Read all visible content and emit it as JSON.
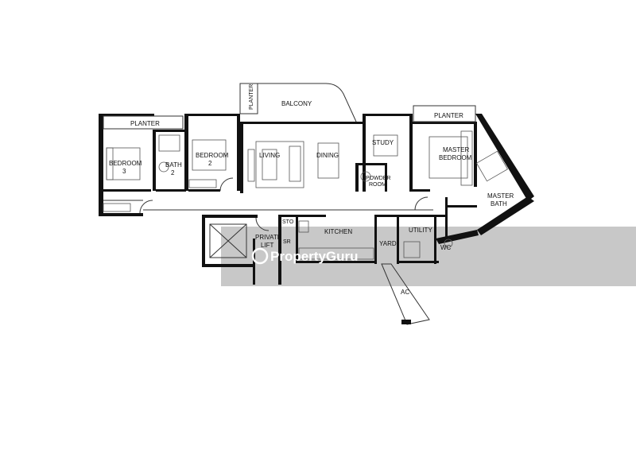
{
  "floorplan": {
    "rooms": {
      "planter_left": "PLANTER",
      "planter_balcony": "PLANTER",
      "balcony": "BALCONY",
      "planter_right": "PLANTER",
      "bedroom3_line1": "BEDROOM",
      "bedroom3_line2": "3",
      "bath2_line1": "BATH",
      "bath2_line2": "2",
      "bedroom2_line1": "BEDROOM",
      "bedroom2_line2": "2",
      "living": "LIVING",
      "dining": "DINING",
      "study": "STUDY",
      "powder_line1": "POWDER",
      "powder_line2": "ROOM",
      "master_bedroom_line1": "MASTER",
      "master_bedroom_line2": "BEDROOM",
      "master_bath_line1": "MASTER",
      "master_bath_line2": "BATH",
      "private_lift_line1": "PRIVATE",
      "private_lift_line2": "LIFT",
      "sto": "STO",
      "sr": "SR",
      "kitchen": "KITCHEN",
      "yard": "YARD",
      "utility": "UTILITY",
      "wc": "WC",
      "ac": "AC"
    },
    "watermark": "PropertyGuru",
    "colors": {
      "wall": "#111111",
      "watermark_band": "#c8c8c8",
      "watermark_text": "#ffffff"
    }
  }
}
